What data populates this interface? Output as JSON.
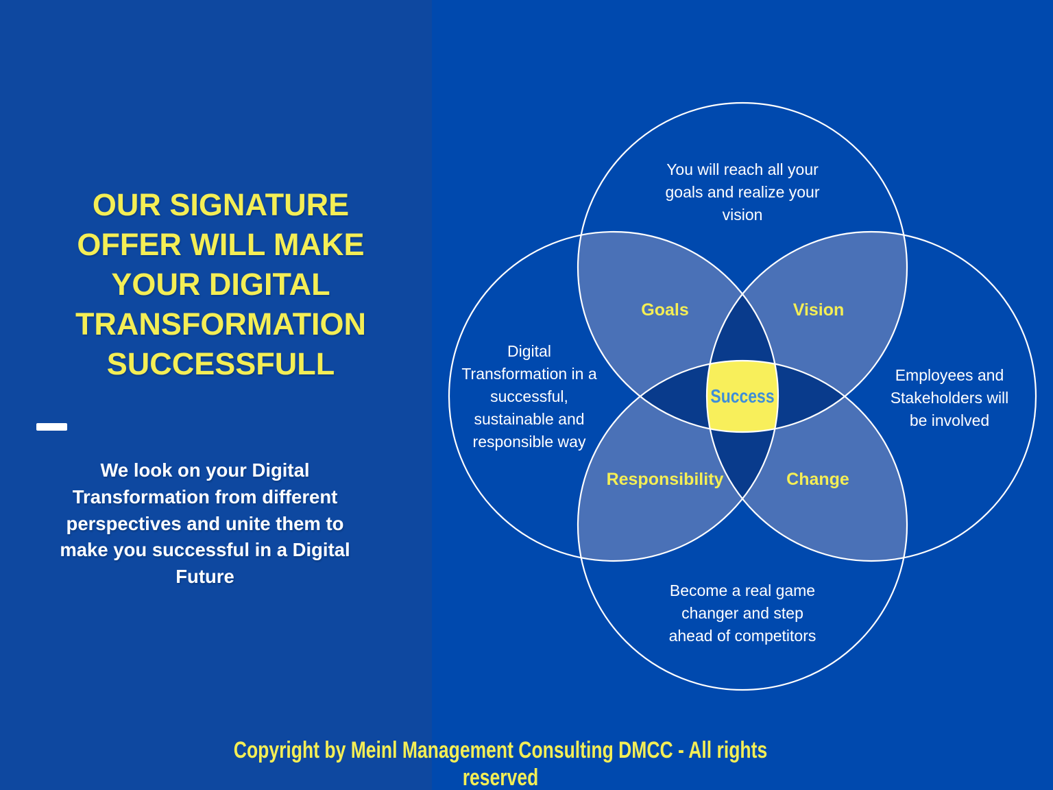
{
  "colors": {
    "left_bg": "#0e48a0",
    "right_bg": "#0049ae",
    "petal": "#4a71b7",
    "leaf_dark": "#093b8c",
    "center_yellow": "#f8ef5b",
    "text_yellow": "#f4ee55",
    "success_blue": "#3e8ed8"
  },
  "left_panel": {
    "heading": "OUR SIGNATURE\nOFFER WILL MAKE\nYOUR DIGITAL\nTRANSFORMATION\nSUCCESSFULL",
    "body": "We look on your Digital\nTransformation from different\nperspectives and unite them to\nmake you successful in a Digital\nFuture"
  },
  "venn": {
    "top_description": "You will reach all your\ngoals and realize your\nvision",
    "left_description": "Digital\nTransformation in a\nsuccessful,\nsustainable and\nresponsible way",
    "right_description": "Employees and\nStakeholders will\nbe involved",
    "bottom_description": "Become a real game\nchanger and step\nahead of competitors",
    "labels": {
      "goals": "Goals",
      "vision": "Vision",
      "responsibility": "Responsibility",
      "change": "Change",
      "center": "Success"
    }
  },
  "footer": {
    "copyright": "Copyright by Meinl Management Consulting DMCC - All rights reserved"
  }
}
